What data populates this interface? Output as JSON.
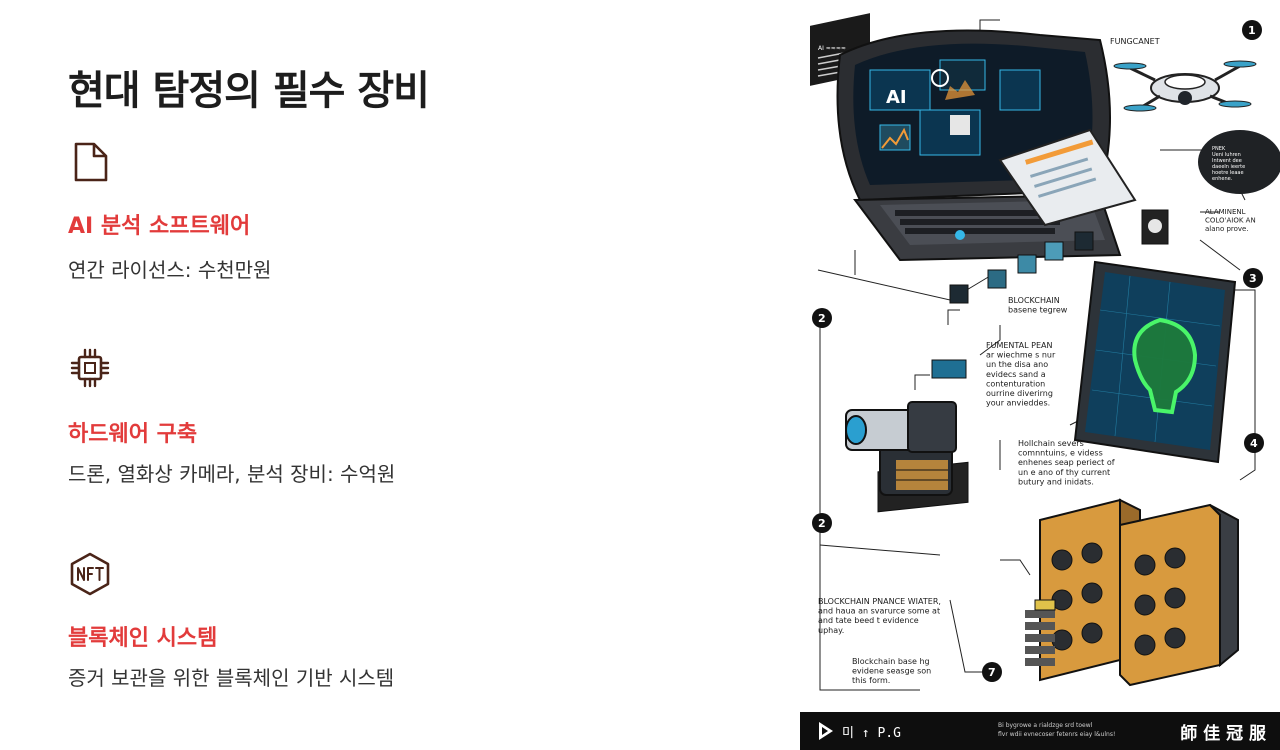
{
  "title": "현대 탐정의 필수 장비",
  "sections": [
    {
      "icon": "document-icon",
      "heading": "AI 분석 소프트웨어",
      "description": "연간 라이선스: 수천만원"
    },
    {
      "icon": "chip-icon",
      "heading": "하드웨어 구축",
      "description": "드론, 열화상 카메라, 분석 장비: 수억원"
    },
    {
      "icon": "nft-icon",
      "heading": "블록체인 시스템",
      "description": "증거 보관을 위한 블록체인 기반 시스템"
    }
  ],
  "colors": {
    "accent": "#e23b3b",
    "title": "#1d1d1d",
    "text": "#333333"
  },
  "illustration": {
    "screen_label": "AI",
    "screen_badge": "AI ≈≈≈≈",
    "callouts": {
      "drone": "FUNGCANET",
      "bubble": "PNEK\nUeni luhren\nIntwent dee\ndaeeln ieerte\nhoetre leaae\nenhene.",
      "alamenl": "ALAMINENL\nCOLO'AIOK AN\nalano prove.",
      "blockchain": "BLOCKCHAIN\nbasene tegrew",
      "fundamental": "FUMENTAL PEAN\nar wiechme s nur\nun the disa ano\nevidecs sand a\ncontenturation\nourrine diverirng\nyour anvieddes.",
      "hollchain": "Hollchain severs\ncomnntuins, e videss\nenhenes seap periect of\nun e ano of thy current\nbutury and inidats.",
      "finance": "BLOCKCHAIN PNANCE WIATER,\nand haua an svarurce some at\nand tate beed t evidence\nuphay.",
      "base": "Blockchain base hg\nevidene seasge son\nthis form."
    },
    "markers": [
      "1",
      "2",
      "3",
      "4",
      "2",
      "7"
    ]
  },
  "footer": {
    "brand": "미 ↑ P.G",
    "small_text": "Bi bygrowe a rialdzge srd toewl\nflvr wdii evnecoser fetenrs eiay l&ulns!",
    "right_mark": "師 佳 冠 服"
  }
}
